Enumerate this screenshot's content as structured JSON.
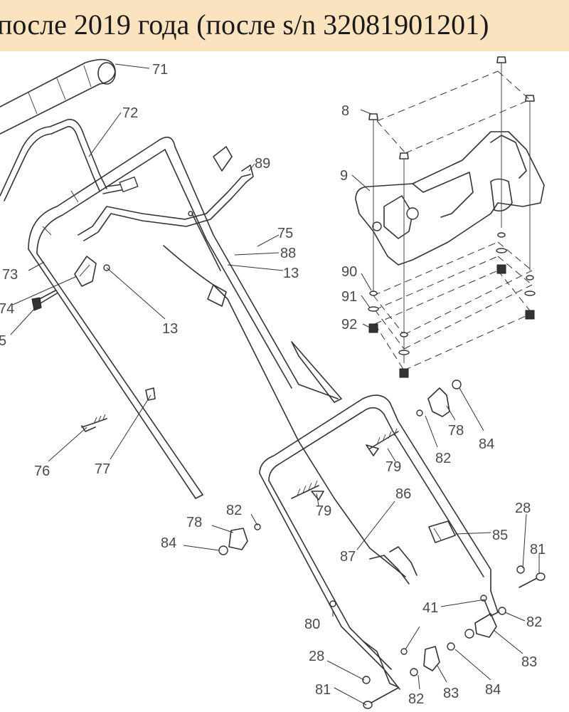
{
  "banner": {
    "title": "после 2019 года (после s/n 32081901201)"
  },
  "colors": {
    "banner_bg": "#fbe3bf",
    "line": "#333333",
    "label": "#4a4a4a"
  },
  "labels": {
    "p71": "71",
    "p72": "72",
    "p89": "89",
    "p73": "73",
    "p74": "74",
    "p5": "5",
    "p13a": "13",
    "p75": "75",
    "p88": "88",
    "p13b": "13",
    "p76": "76",
    "p77": "77",
    "p8": "8",
    "p9": "9",
    "p90": "90",
    "p91": "91",
    "p92": "92",
    "p78a": "78",
    "p84a": "84",
    "p82a": "82",
    "p79a": "79",
    "p79b": "79",
    "p86": "86",
    "p87": "87",
    "p82b": "82",
    "p78b": "78",
    "p84b": "84",
    "p85": "85",
    "p28a": "28",
    "p81a": "81",
    "p41": "41",
    "p80": "80",
    "p82c": "82",
    "p83a": "83",
    "p28b": "28",
    "p81b": "81",
    "p82d": "82",
    "p83b": "83",
    "p84c": "84"
  }
}
